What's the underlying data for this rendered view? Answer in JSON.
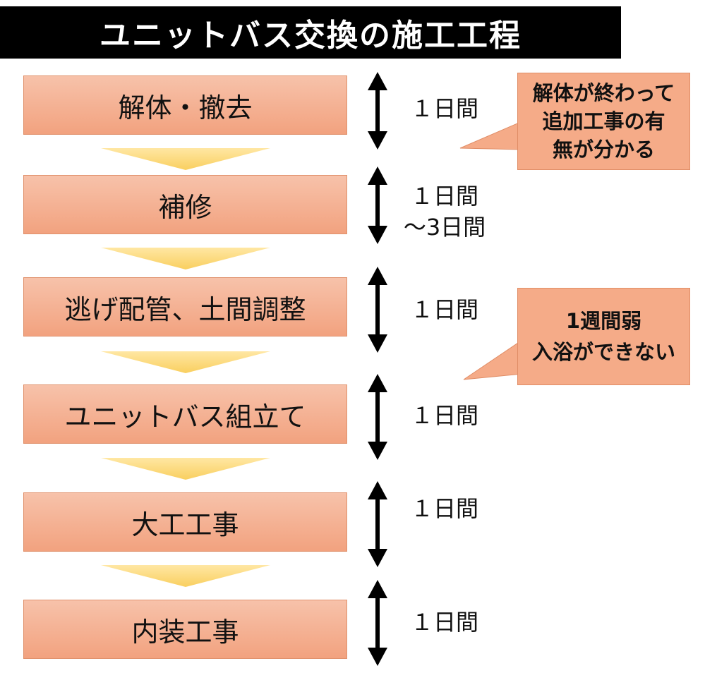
{
  "title": "ユニットバス交換の施工工程",
  "steps": [
    {
      "label": "解体・撤去"
    },
    {
      "label": "補修"
    },
    {
      "label": "逃げ配管、土間調整"
    },
    {
      "label": "ユニットバス組立て"
    },
    {
      "label": "大工工事"
    },
    {
      "label": "内装工事"
    }
  ],
  "durations": [
    {
      "line1": "１日間",
      "line2": ""
    },
    {
      "line1": "１日間",
      "line2": "～3日間"
    },
    {
      "line1": "１日間",
      "line2": ""
    },
    {
      "line1": "１日間",
      "line2": ""
    },
    {
      "line1": "１日間",
      "line2": ""
    },
    {
      "line1": "１日間",
      "line2": ""
    }
  ],
  "callouts": [
    {
      "lines": [
        "解体が終わって",
        "追加工事の有",
        "無が分かる"
      ]
    },
    {
      "lines": [
        "1週間弱",
        "入浴ができない"
      ]
    }
  ],
  "colors": {
    "title_bg": "#000000",
    "step_fill": "#f2a27f",
    "chevron_fill": "#f9cf5f",
    "callout_fill": "#f5ab88"
  }
}
